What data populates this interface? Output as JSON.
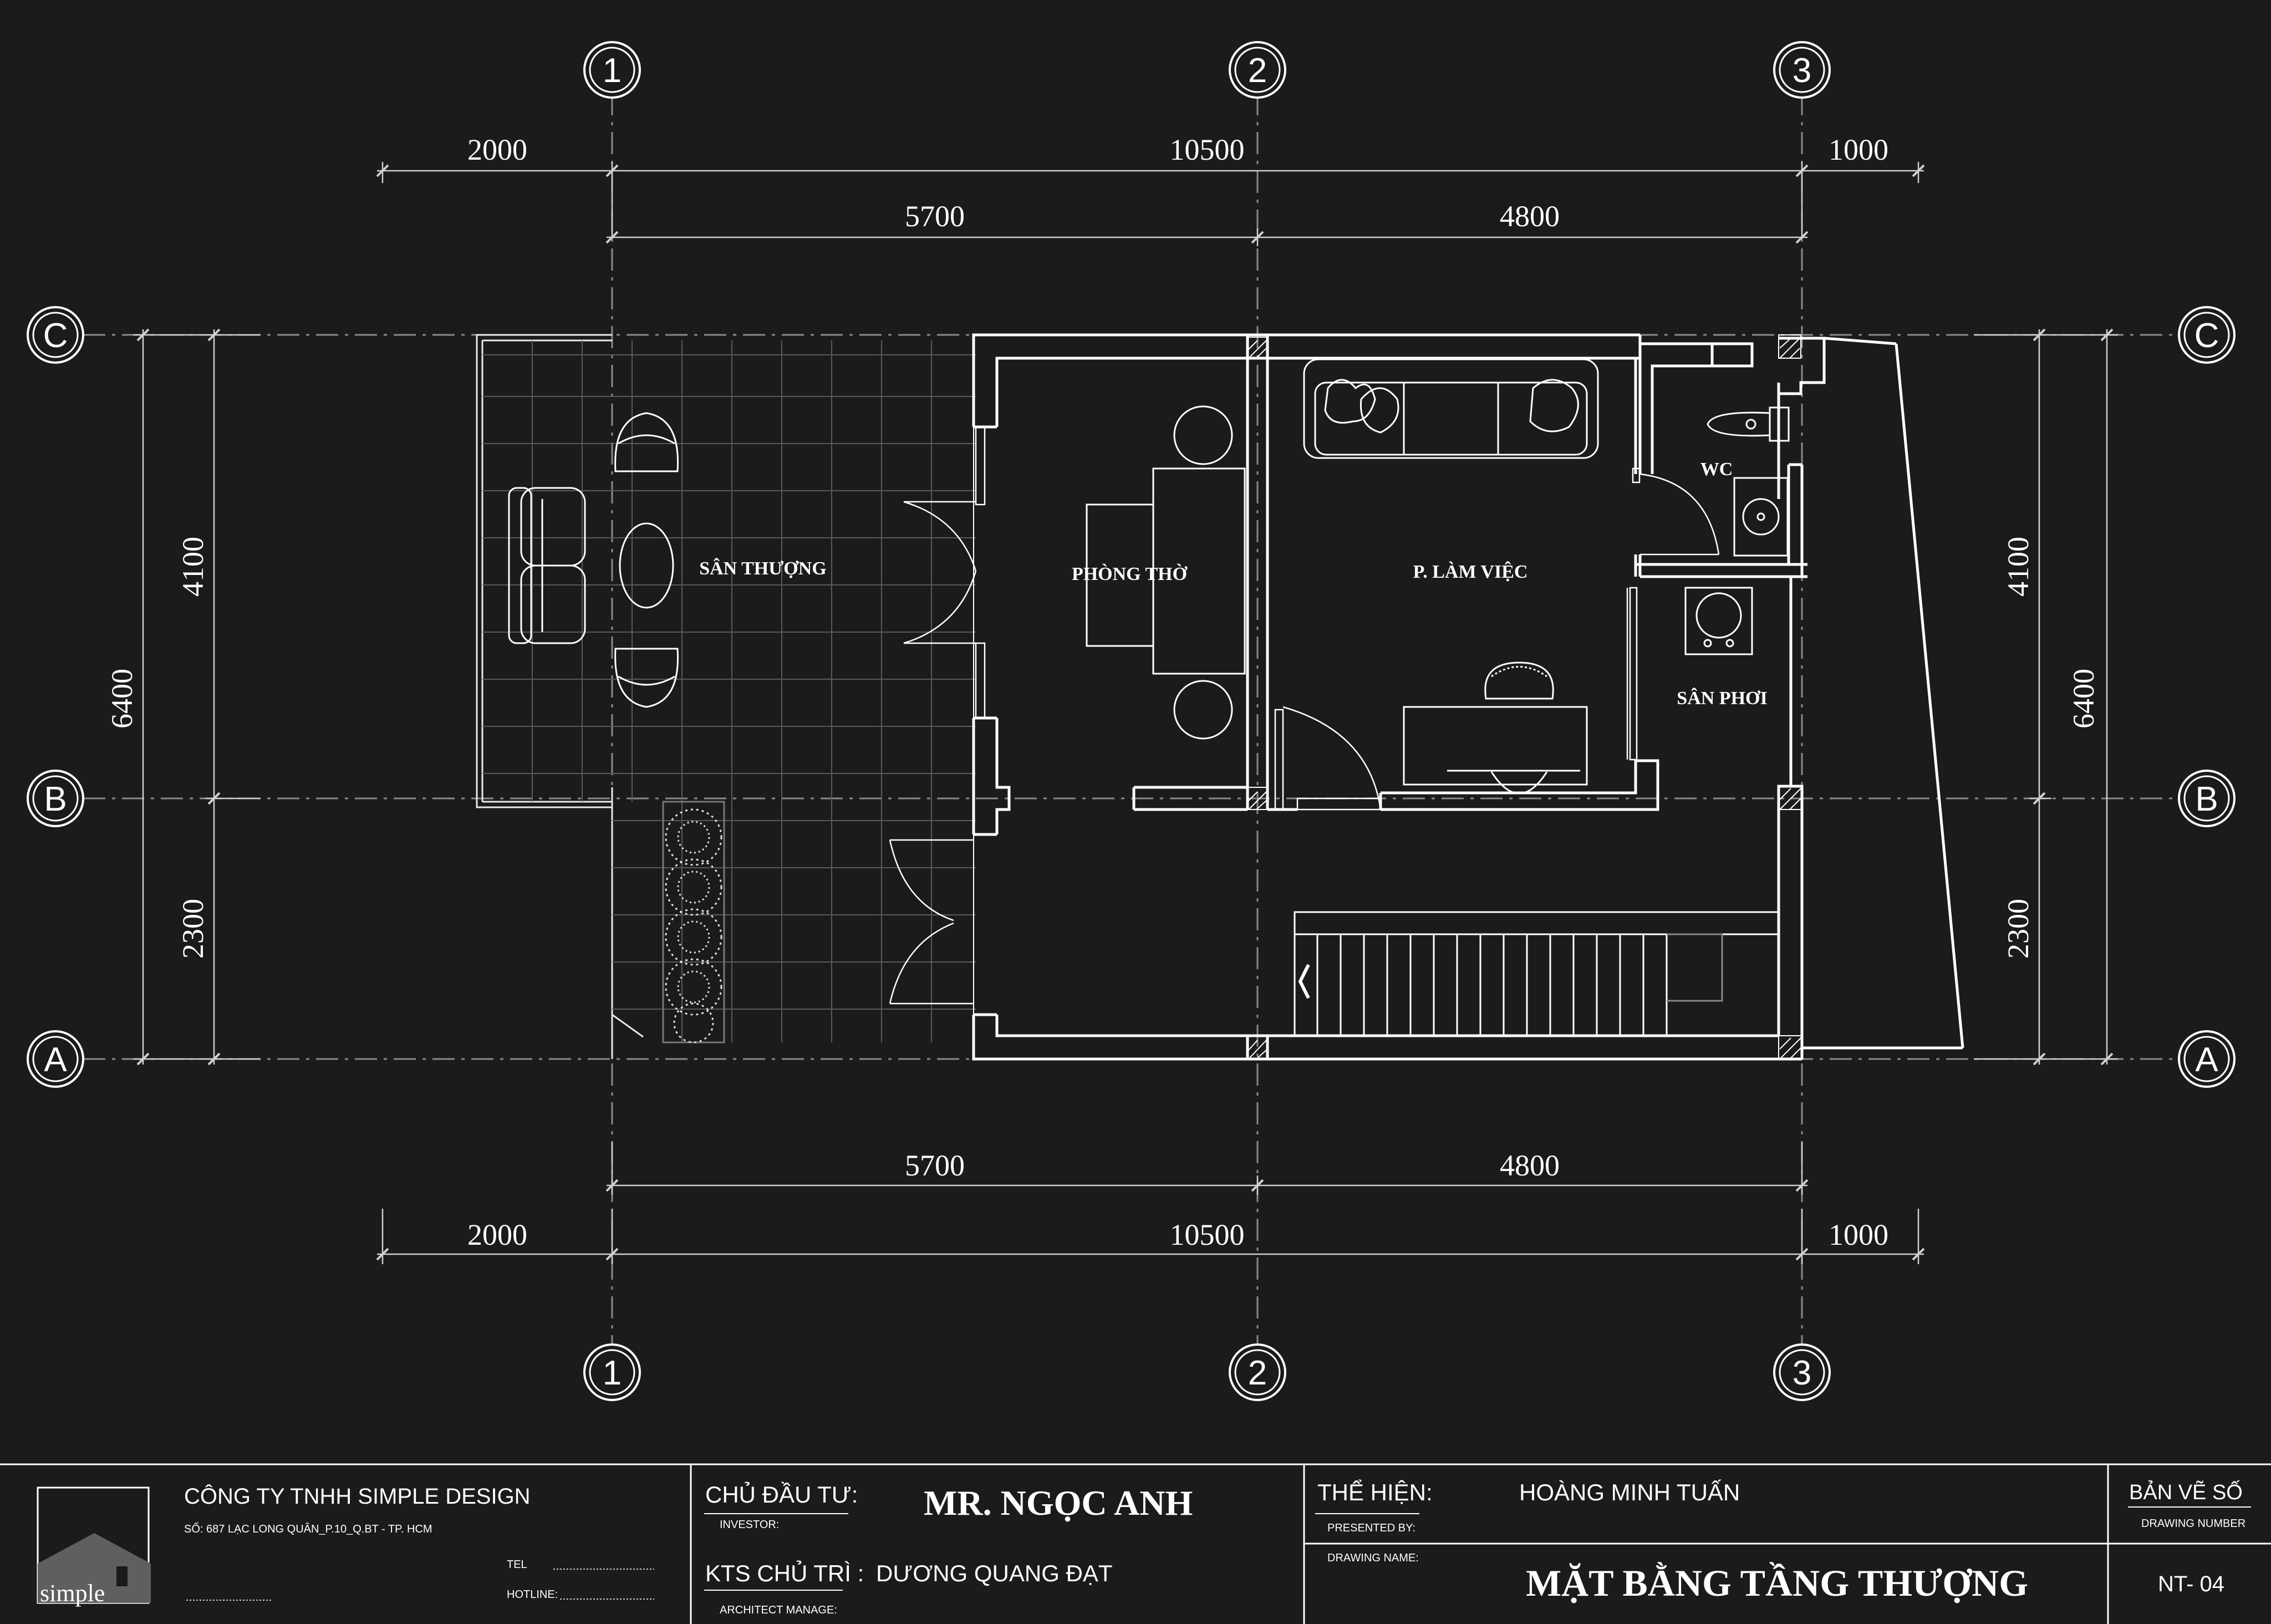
{
  "grid": {
    "columns": [
      "1",
      "2",
      "3"
    ],
    "rows": [
      "A",
      "B",
      "C"
    ]
  },
  "dimensions": {
    "top_outer": [
      "2000",
      "10500",
      "1000"
    ],
    "top_inner": [
      "5700",
      "4800"
    ],
    "bottom_inner": [
      "5700",
      "4800"
    ],
    "bottom_outer": [
      "2000",
      "10500",
      "1000"
    ],
    "left_total": "6400",
    "left_parts": [
      "4100",
      "2300"
    ],
    "right_total": "6400",
    "right_parts": [
      "4100",
      "2300"
    ]
  },
  "rooms": {
    "san_thuong": "SÂN THƯỢNG",
    "phong_tho": "PHÒNG THỜ",
    "lam_viec": "P. LÀM VIỆC",
    "wc": "WC",
    "san_phoi": "SÂN PHƠI"
  },
  "title_block": {
    "company": "CÔNG TY TNHH SIMPLE DESIGN",
    "address": "SỐ:  687 LẠC LONG QUÂN_P.10_Q.BT - TP. HCM",
    "tel_label": "TEL",
    "hotline_label": "HOTLINE:",
    "logo_text": "simple",
    "investor_label": "CHỦ ĐẦU TƯ:",
    "investor_sub": "INVESTOR:",
    "investor_name": "MR. NGỌC ANH",
    "architect_label": "KTS CHỦ TRÌ :",
    "architect_sub": "ARCHITECT MANAGE:",
    "architect_name": "DƯƠNG QUANG ĐẠT",
    "presented_label": "THỂ HIỆN:",
    "presented_sub": "PRESENTED BY:",
    "presented_name": "HOÀNG MINH TUẤN",
    "drawing_name_label": "DRAWING NAME:",
    "drawing_name": "MẶT BẰNG TẦNG THƯỢNG",
    "sheet_label": "BẢN VẼ SỐ",
    "sheet_sub": "DRAWING NUMBER",
    "sheet_number": "NT- 04"
  }
}
